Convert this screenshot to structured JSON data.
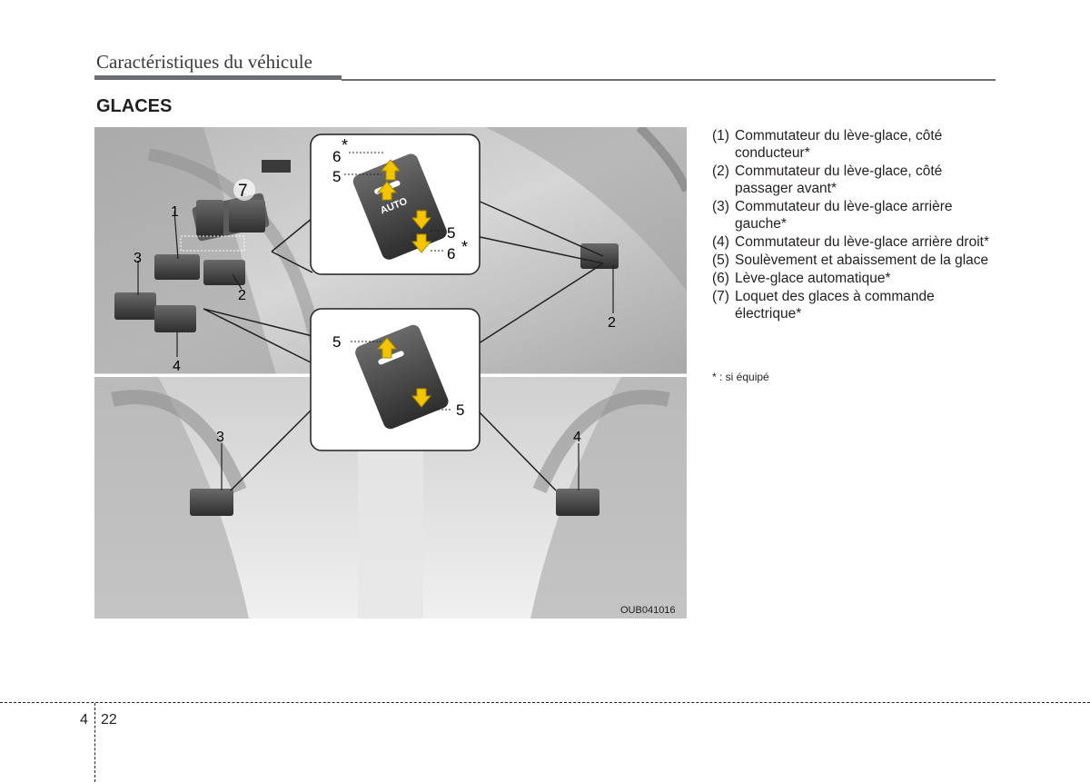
{
  "header": {
    "title": "Caractéristiques du véhicule"
  },
  "section": {
    "title": "GLACES"
  },
  "figure": {
    "code": "OUB041016",
    "callouts": {
      "n1": "1",
      "n2": "2",
      "n3": "3",
      "n4": "4",
      "n5": "5",
      "n6": "6",
      "n7": "7",
      "star": "*"
    },
    "switch_label": "AUTO"
  },
  "descriptions": [
    {
      "num": "(1)",
      "text": "Commutateur du lève-glace, côté conducteur*"
    },
    {
      "num": "(2)",
      "text": "Commutateur du lève-glace, côté passager avant*"
    },
    {
      "num": "(3)",
      "text": "Commutateur du lève-glace arrière gauche*"
    },
    {
      "num": "(4)",
      "text": "Commutateur du lève-glace arrière droit*"
    },
    {
      "num": "(5)",
      "text": "Soulèvement et abaissement de la glace"
    },
    {
      "num": "(6)",
      "text": "Lève-glace automatique*"
    },
    {
      "num": "(7)",
      "text": "Loquet des glaces à commande électrique*"
    }
  ],
  "footnote": "* : si équipé",
  "footer": {
    "chapter": "4",
    "page": "22"
  },
  "colors": {
    "arrow": "#f2c500",
    "panel": "#ffffff",
    "photo": "#c8c8c8"
  }
}
